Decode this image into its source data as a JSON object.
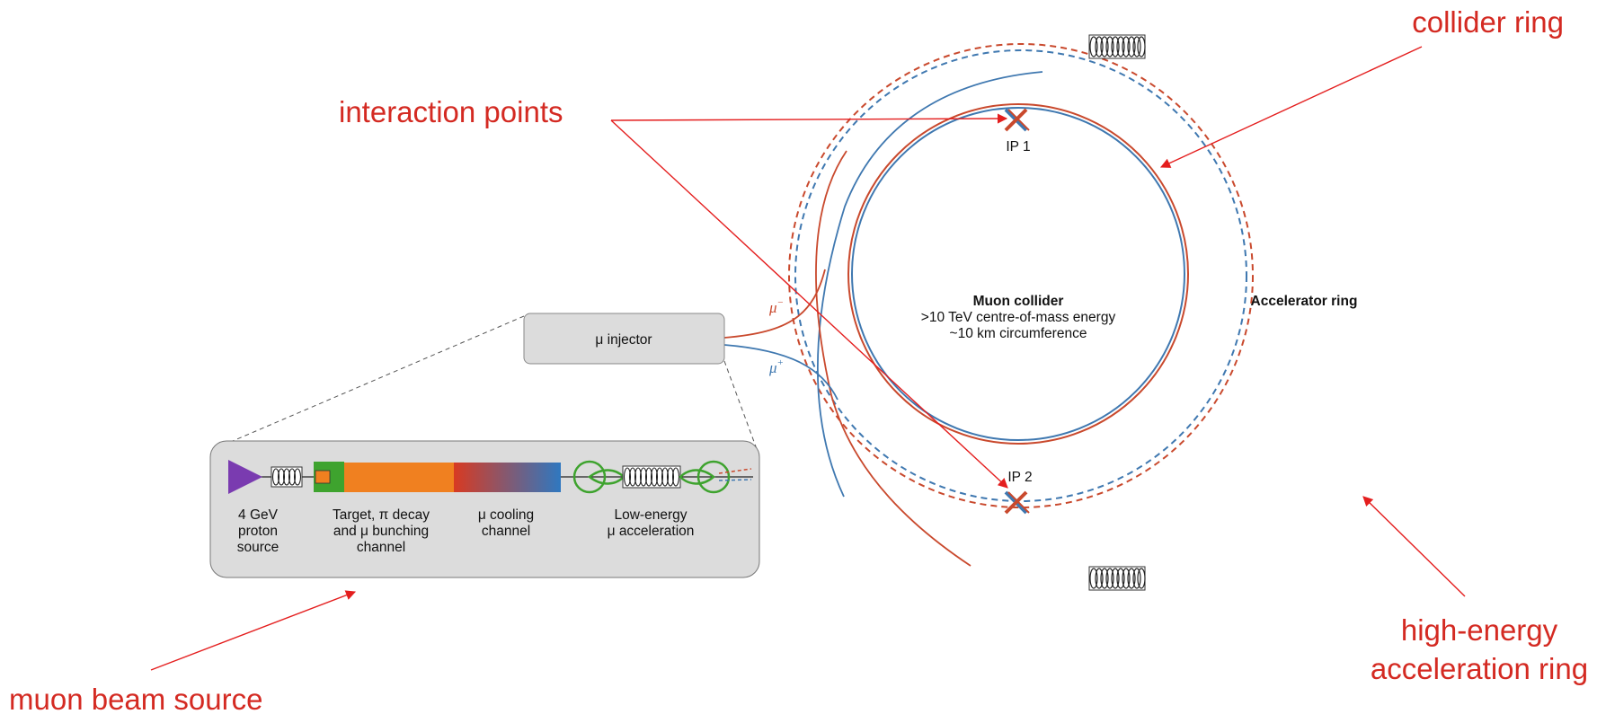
{
  "annotations": {
    "collider_ring": "collider ring",
    "interaction_points": "interaction points",
    "muon_beam_source": "muon beam source",
    "high_energy_line1": "high-energy",
    "high_energy_line2": "acceleration ring"
  },
  "collider": {
    "title": "Muon collider",
    "energy": ">10 TeV centre-of-mass energy",
    "circumference": "~10 km circumference",
    "ip1": "IP 1",
    "ip2": "IP 2"
  },
  "accelerator_ring": {
    "label": "Accelerator ring"
  },
  "injector": {
    "label": "μ injector",
    "mu_minus": "μ",
    "mu_minus_sup": "−",
    "mu_plus": "μ",
    "mu_plus_sup": "+"
  },
  "source_chain": {
    "proton_l1": "4 GeV",
    "proton_l2": "proton",
    "proton_l3": "source",
    "target_l1": "Target, π decay",
    "target_l2": "and μ bunching",
    "target_l3": "channel",
    "cooling_l1": "μ cooling",
    "cooling_l2": "channel",
    "lowe_l1": "Low-energy",
    "lowe_l2": "μ acceleration"
  },
  "colors": {
    "annotation_red": "#d42a22",
    "mu_minus_red": "#c9492d",
    "mu_plus_blue": "#3f78b0",
    "source_purple": "#7a3bb0",
    "target_green": "#3ea32e",
    "decay_orange": "#f08020",
    "box_gray": "#dcdcdc"
  }
}
